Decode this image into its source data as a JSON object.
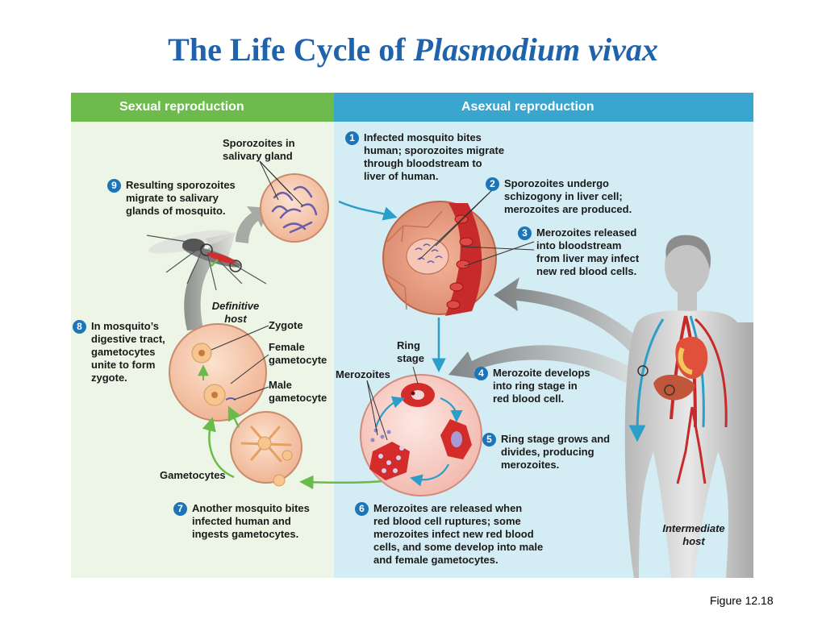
{
  "title": {
    "main": "The Life Cycle of",
    "italic": "Plasmodium  vivax"
  },
  "headers": {
    "sexual": "Sexual reproduction",
    "asexual": "Asexual reproduction"
  },
  "steps": [
    {
      "num": "1",
      "text": "Infected mosquito bites\nhuman; sporozoites migrate\nthrough bloodstream to\nliver of human."
    },
    {
      "num": "2",
      "text": "Sporozoites undergo\nschizogony in liver cell;\nmerozoites are produced."
    },
    {
      "num": "3",
      "text": "Merozoites released\ninto bloodstream\nfrom liver may infect\nnew red blood cells."
    },
    {
      "num": "4",
      "text": "Merozoite develops\ninto ring stage in\nred blood cell."
    },
    {
      "num": "5",
      "text": "Ring stage grows and\ndivides, producing\nmerozoites."
    },
    {
      "num": "6",
      "text": "Merozoites are released when\nred blood cell ruptures; some\nmerozoites infect new red blood\ncells, and some develop into male\nand female gametocytes."
    },
    {
      "num": "7",
      "text": "Another mosquito bites\ninfected human and\ningests gametocytes."
    },
    {
      "num": "8",
      "text": "In mosquito’s\ndigestive tract,\ngametocytes\nunite to form\nzygote."
    },
    {
      "num": "9",
      "text": "Resulting sporozoites\nmigrate to salivary\nglands of mosquito."
    }
  ],
  "labels": {
    "sporozoites": "Sporozoites in\nsalivary gland",
    "definitive_host": "Definitive\nhost",
    "zygote": "Zygote",
    "female_gametocyte": "Female\ngametocyte",
    "male_gametocyte": "Male\ngametocyte",
    "gametocytes": "Gametocytes",
    "ring_stage": "Ring\nstage",
    "merozoites": "Merozoites",
    "intermediate_host": "Intermediate\nhost"
  },
  "figure_label": "Figure 12.18",
  "colors": {
    "title": "#1f63ad",
    "sexual_header": "#6dbb4d",
    "asexual_header": "#3aa6cf",
    "sexual_bg": "#edf6e6",
    "asexual_bg": "#d4ecf3",
    "step_badge": "#1b75b8",
    "rbc": "#d42b2b",
    "arrow_blue": "#2b9fc9",
    "arrow_green": "#69bb4a"
  }
}
